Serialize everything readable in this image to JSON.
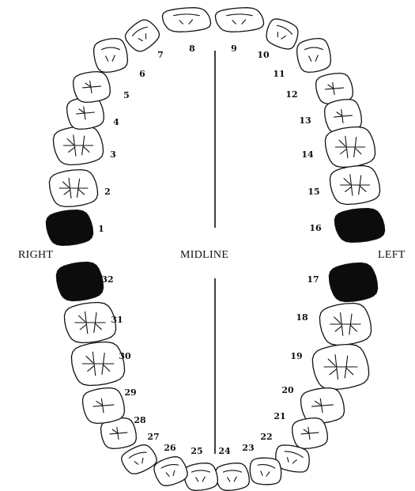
{
  "labels": {
    "right": "RIGHT",
    "midline": "MIDLINE",
    "left": "LEFT"
  },
  "colors": {
    "outline": "#111111",
    "missing_fill": "#0c0c0c",
    "background": "#ffffff"
  },
  "teeth": [
    {
      "number": "1",
      "missing": true
    },
    {
      "number": "2",
      "missing": false
    },
    {
      "number": "3",
      "missing": false
    },
    {
      "number": "4",
      "missing": false
    },
    {
      "number": "5",
      "missing": false
    },
    {
      "number": "6",
      "missing": false
    },
    {
      "number": "7",
      "missing": false
    },
    {
      "number": "8",
      "missing": false
    },
    {
      "number": "9",
      "missing": false
    },
    {
      "number": "10",
      "missing": false
    },
    {
      "number": "11",
      "missing": false
    },
    {
      "number": "12",
      "missing": false
    },
    {
      "number": "13",
      "missing": false
    },
    {
      "number": "14",
      "missing": false
    },
    {
      "number": "15",
      "missing": false
    },
    {
      "number": "16",
      "missing": true
    },
    {
      "number": "17",
      "missing": true
    },
    {
      "number": "18",
      "missing": false
    },
    {
      "number": "19",
      "missing": false
    },
    {
      "number": "20",
      "missing": false
    },
    {
      "number": "21",
      "missing": false
    },
    {
      "number": "22",
      "missing": false
    },
    {
      "number": "23",
      "missing": false
    },
    {
      "number": "24",
      "missing": false
    },
    {
      "number": "25",
      "missing": false
    },
    {
      "number": "26",
      "missing": false
    },
    {
      "number": "27",
      "missing": false
    },
    {
      "number": "28",
      "missing": false
    },
    {
      "number": "29",
      "missing": false
    },
    {
      "number": "30",
      "missing": false
    },
    {
      "number": "31",
      "missing": false
    },
    {
      "number": "32",
      "missing": true
    }
  ]
}
